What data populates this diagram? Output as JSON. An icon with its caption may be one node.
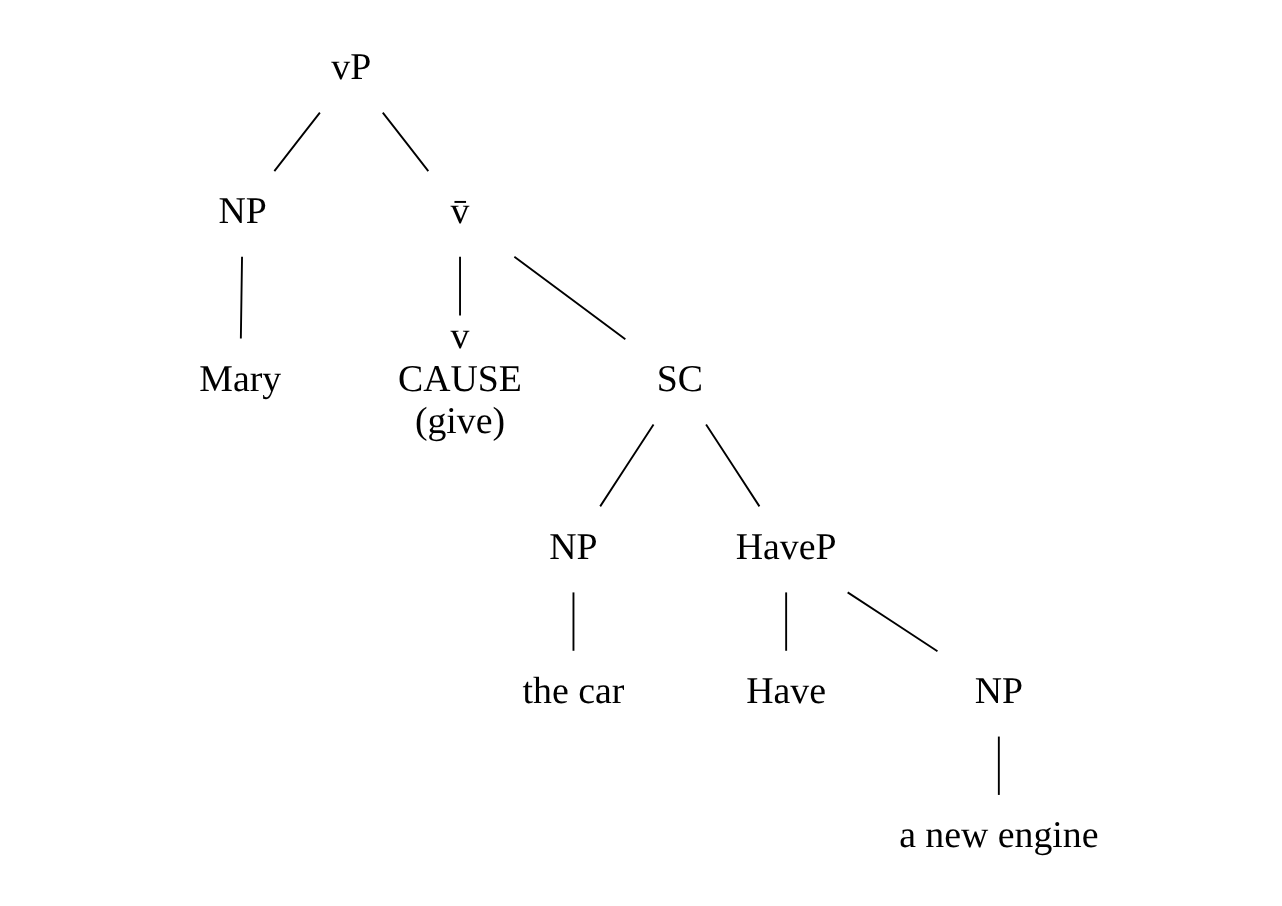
{
  "diagram": {
    "nodes": [
      {
        "text": [
          "vP"
        ]
      },
      {
        "text": [
          "NP"
        ]
      },
      {
        "text": [
          "v̄"
        ]
      },
      {
        "text": [
          "Mary"
        ]
      },
      {
        "text": [
          "v",
          "CAUSE",
          "(give)"
        ]
      },
      {
        "text": [
          "SC"
        ]
      },
      {
        "text": [
          "NP"
        ]
      },
      {
        "text": [
          "HaveP"
        ]
      },
      {
        "text": [
          "the car"
        ]
      },
      {
        "text": [
          "Have"
        ]
      },
      {
        "text": [
          "NP"
        ]
      },
      {
        "text": [
          "a new engine"
        ]
      }
    ],
    "edges": [
      {
        "from": 0,
        "to": 1,
        "arrow": "none"
      },
      {
        "from": 0,
        "to": 2,
        "arrow": "none"
      },
      {
        "from": 1,
        "to": 3,
        "arrow": "none"
      },
      {
        "from": 2,
        "to": 4,
        "arrow": "none"
      },
      {
        "from": 2,
        "to": 5,
        "arrow": "none"
      },
      {
        "from": 5,
        "to": 6,
        "arrow": "none"
      },
      {
        "from": 5,
        "to": 7,
        "arrow": "none"
      },
      {
        "from": 6,
        "to": 8,
        "arrow": "none"
      },
      {
        "from": 7,
        "to": 9,
        "arrow": "none"
      },
      {
        "from": 7,
        "to": 10,
        "arrow": "none"
      },
      {
        "from": 10,
        "to": 11,
        "arrow": "none"
      }
    ]
  }
}
